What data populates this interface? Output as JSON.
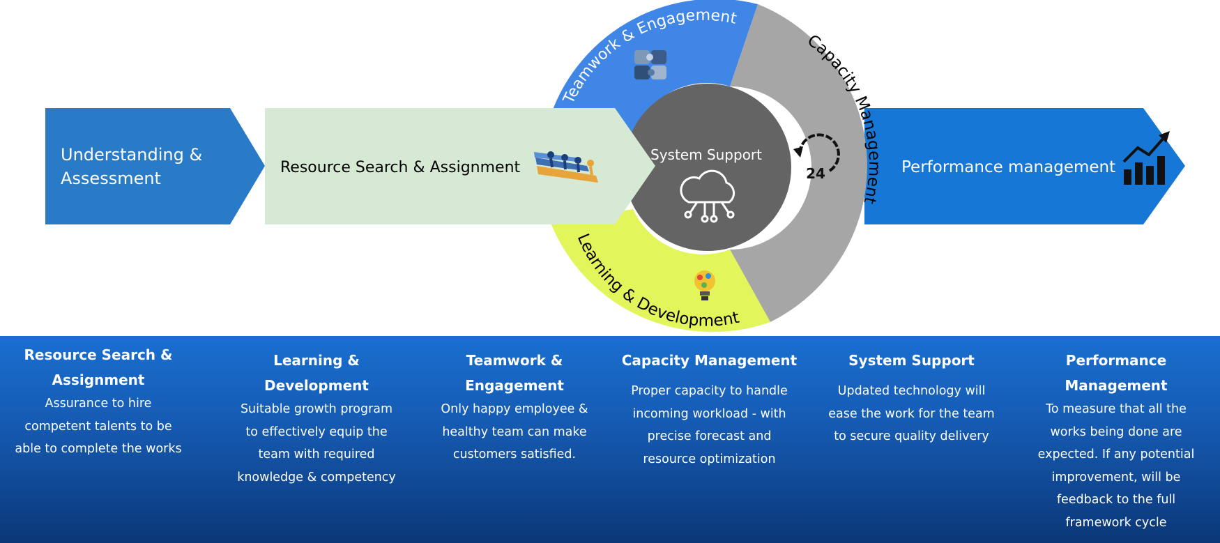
{
  "arrows": {
    "understanding": {
      "line1": "Understanding &",
      "line2": "Assessment",
      "color": "#2a7bc7"
    },
    "resource": {
      "label": "Resource Search & Assignment",
      "color": "#d6e9d4",
      "icon": "running-team-icon"
    },
    "performance": {
      "label": "Performance management",
      "color": "#1777d6",
      "icon": "growth-bar-chart-icon"
    }
  },
  "ring": {
    "teamwork": {
      "label": "Teamwork & Engagement",
      "color": "#3f86e6",
      "icon": "puzzle-hands-icon"
    },
    "capacity": {
      "label": "Capacity Management",
      "color": "#a6a6a6",
      "icon": "24-hour-icon",
      "icon_text": "24"
    },
    "learning": {
      "label": "Learning & Development",
      "color": "#e2f55a",
      "icon": "lightbulb-icon"
    },
    "center": {
      "label": "System Support",
      "color": "#646464",
      "icon": "cloud-network-icon"
    }
  },
  "panels": [
    {
      "title_lines": [
        "Resource Search &",
        "Assignment"
      ],
      "desc_lines": [
        "Assurance to hire",
        "competent talents to be",
        "able to complete the works"
      ]
    },
    {
      "title_lines": [
        "Learning &",
        "Development"
      ],
      "desc_lines": [
        "Suitable growth program",
        "to effectively equip the",
        "team with required",
        "knowledge & competency"
      ]
    },
    {
      "title_lines": [
        "Teamwork &",
        "Engagement"
      ],
      "desc_lines": [
        "Only happy employee &",
        "healthy team can make",
        "customers satisfied."
      ]
    },
    {
      "title_lines": [
        "Capacity Management"
      ],
      "desc_lines": [
        "Proper capacity to handle",
        "incoming workload - with",
        "precise forecast and",
        "resource optimization"
      ]
    },
    {
      "title_lines": [
        "System Support"
      ],
      "desc_lines": [
        "Updated technology will",
        "ease the work for the team",
        "to secure quality delivery"
      ]
    },
    {
      "title_lines": [
        "Performance",
        "Management"
      ],
      "desc_lines": [
        "To measure that all the",
        "works being done are",
        "expected. If any potential",
        "improvement, will be",
        "feedback to the full",
        "framework cycle"
      ]
    }
  ],
  "colors": {
    "band_top": "#1a6fd0",
    "band_bottom": "#0b3777"
  }
}
